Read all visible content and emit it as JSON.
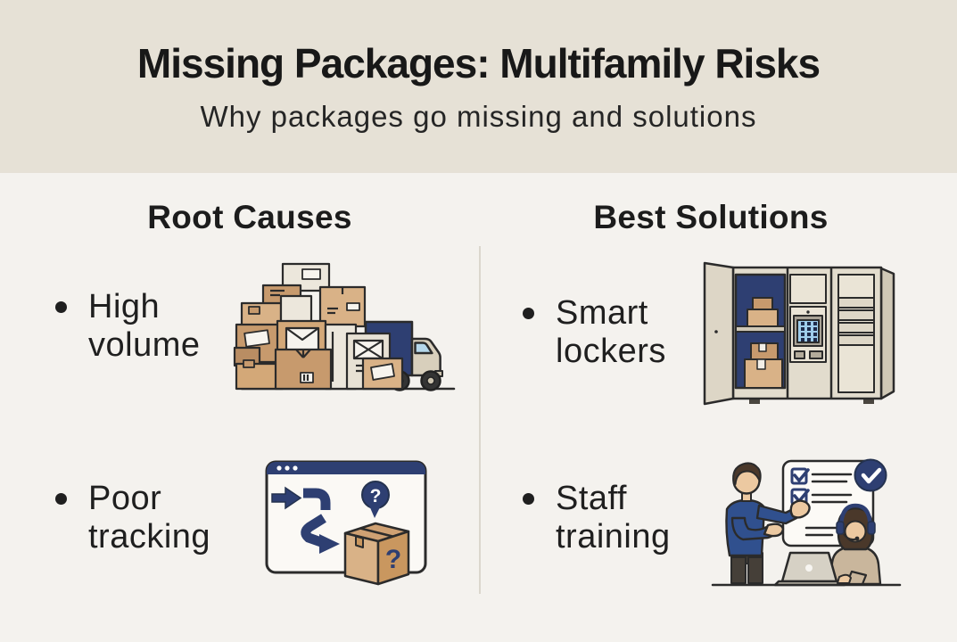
{
  "header": {
    "title": "Missing Packages: Multifamily Risks",
    "subtitle": "Why packages go missing and solutions"
  },
  "columns": {
    "left": {
      "heading": "Root Causes",
      "items": [
        {
          "label": "High\nvolume",
          "icon": "package-pile-delivery-truck-icon"
        },
        {
          "label": "Poor\ntracking",
          "icon": "package-tracking-window-icon"
        }
      ]
    },
    "right": {
      "heading": "Best Solutions",
      "items": [
        {
          "label": "Smart\nlockers",
          "icon": "smart-locker-icon"
        },
        {
          "label": "Staff\ntraining",
          "icon": "staff-training-icon"
        }
      ]
    }
  },
  "icons": {
    "question_mark": "?"
  },
  "colors": {
    "header_background": "#e6e1d6",
    "body_background": "#f4f2ee",
    "text_color": "#1f1f1f",
    "accent_navy": "#2e3f72",
    "shirt_blue": "#30508e",
    "box_tan": "#d9b287",
    "box_tan_dark": "#c79a6d",
    "cabinet_beige": "#e2dccd",
    "screen_blue": "#9fcdec",
    "panel_white": "#fbf9f5",
    "divider": "#dbd7cd"
  }
}
